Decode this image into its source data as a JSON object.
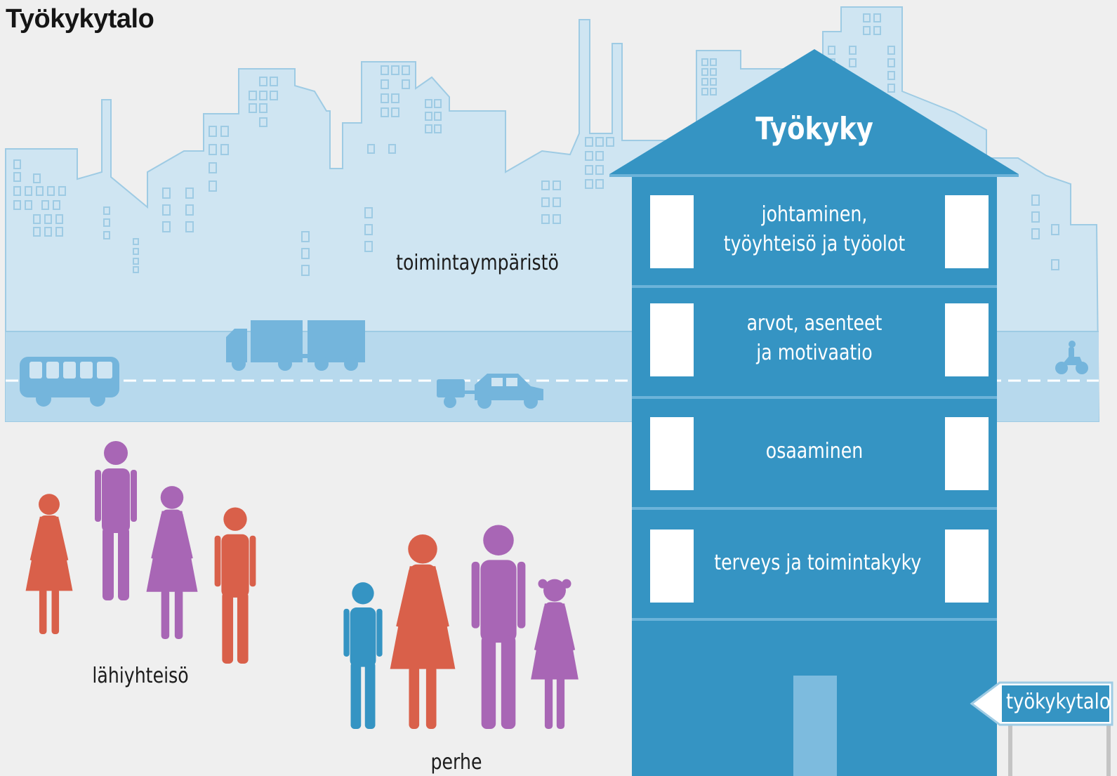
{
  "title": "Työkykytalo",
  "house": {
    "roof_label": "Työkyky",
    "floors": [
      {
        "lines": [
          "johtaminen,",
          "työyhteisö ja työolot"
        ]
      },
      {
        "lines": [
          "arvot, asenteet",
          "ja motivaatio"
        ]
      },
      {
        "lines": [
          "osaaminen"
        ]
      },
      {
        "lines": [
          "terveys ja toimintakyky"
        ]
      }
    ],
    "sign_label": "työkykytalo"
  },
  "labels": {
    "environment": "toimintaympäristö",
    "community": "lähiyhteisö",
    "family": "perhe"
  },
  "colors": {
    "background": "#efefef",
    "city": "#cfe5f2",
    "city_outline": "#9ecbe4",
    "road": "#b7d9ed",
    "vehicles": "#74b5dc",
    "house": "#3594c3",
    "house_lines": "#6cb3d9",
    "door": "#7dbbde",
    "person_orange": "#d9604a",
    "person_purple": "#a866b5",
    "person_blue": "#3594c3"
  },
  "icons": [
    "bus-icon",
    "truck-icon",
    "car-with-trailer-icon",
    "motorcycle-icon",
    "person-icon",
    "signpost-icon"
  ]
}
